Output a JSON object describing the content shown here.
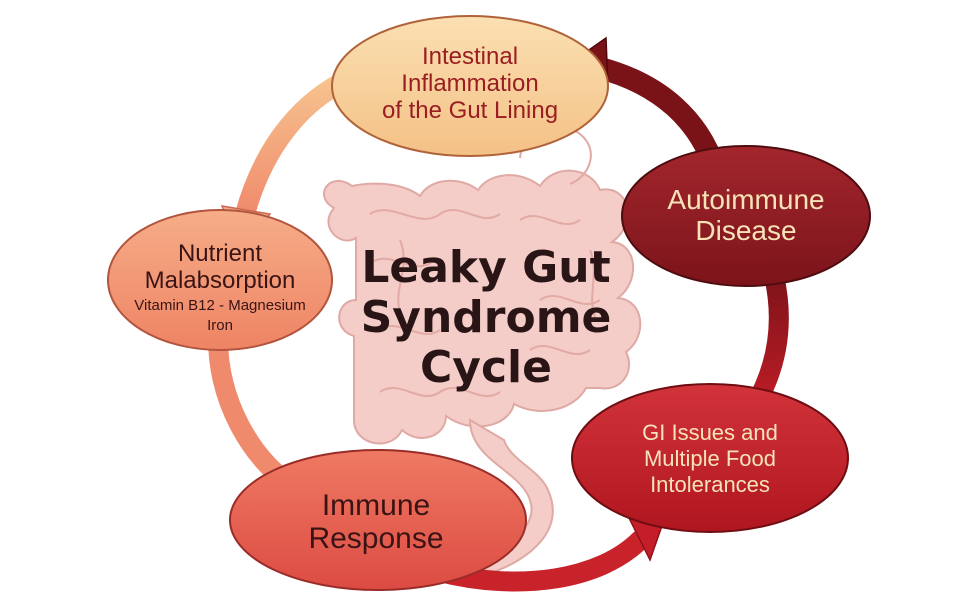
{
  "title": {
    "line1": "Leaky Gut",
    "line2": "Syndrome",
    "line3": "Cycle"
  },
  "nodes": {
    "inflammation": {
      "line1": "Intestinal",
      "line2": "Inflammation",
      "line3": "of the Gut Lining"
    },
    "autoimmune": {
      "line1": "Autoimmune",
      "line2": "Disease"
    },
    "gi": {
      "line1": "GI Issues and",
      "line2": "Multiple Food",
      "line3": "Intolerances"
    },
    "immune": {
      "line1": "Immune",
      "line2": "Response"
    },
    "nutrient": {
      "line1": "Nutrient",
      "line2": "Malabsorption",
      "line3": "Vitamin B12 - Magnesium",
      "line4": "Iron"
    }
  },
  "colors": {
    "inflammation_fill": "#f7cf96",
    "autoimmune_fill": "#8e1b22",
    "gi_fill": "#c0212b",
    "immune_fill": "#e45a4c",
    "nutrient_fill": "#f29676",
    "intestine": "#f4c9c5",
    "title_text": "#2a1516",
    "dark_text": "#9a1d22",
    "light_text": "#f6e3b8"
  },
  "icons": [
    "intestine-illustration",
    "cycle-arrows"
  ]
}
